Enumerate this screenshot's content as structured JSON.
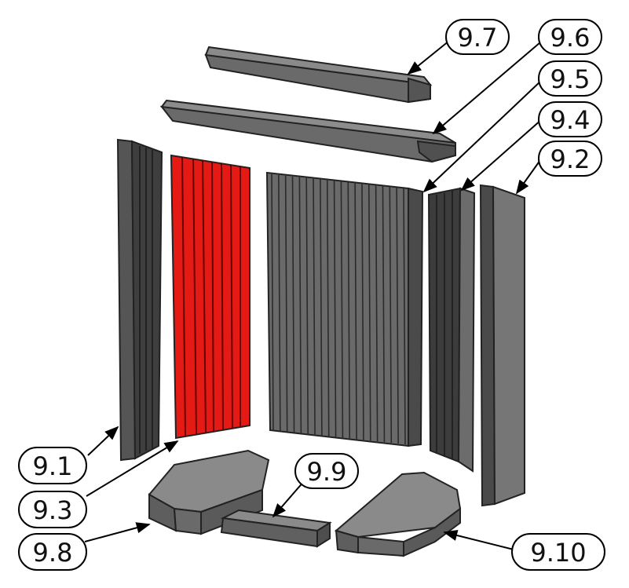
{
  "diagram": {
    "highlight_color": "#e61a14",
    "part_color": "#6d6d6d",
    "labels": {
      "p9_1": "9.1",
      "p9_2": "9.2",
      "p9_3": "9.3",
      "p9_4": "9.4",
      "p9_5": "9.5",
      "p9_6": "9.6",
      "p9_7": "9.7",
      "p9_8": "9.8",
      "p9_9": "9.9",
      "p9_10": "9.10"
    },
    "highlighted_part": "9.3"
  }
}
